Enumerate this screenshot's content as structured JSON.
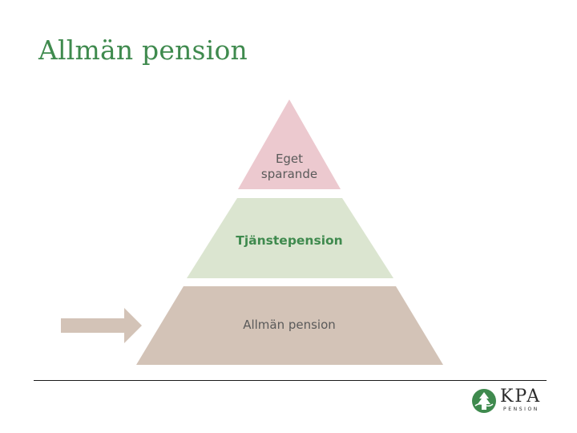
{
  "slide": {
    "title": "Allmän pension"
  },
  "pyramid": {
    "tiers": [
      {
        "label_lines": [
          "Eget",
          "sparande"
        ],
        "color": "#ecc9cf",
        "text_color": "#5a5a5a"
      },
      {
        "label": "Tjänstepension",
        "color": "#dbe5d0",
        "text_color": "#3f8a4e"
      },
      {
        "label": "Allmän pension",
        "color": "#d3c3b7",
        "text_color": "#5a5a5a"
      }
    ],
    "highlighted_tier": "Allmän pension",
    "arrow_icon": "right-arrow-icon",
    "arrow_color": "#d3c3b7"
  },
  "footer": {
    "logo": {
      "wordmark": "KPA",
      "subtitle": "PENSION",
      "mark_icon": "tree-emblem-icon",
      "mark_color": "#3f8a4e"
    }
  }
}
